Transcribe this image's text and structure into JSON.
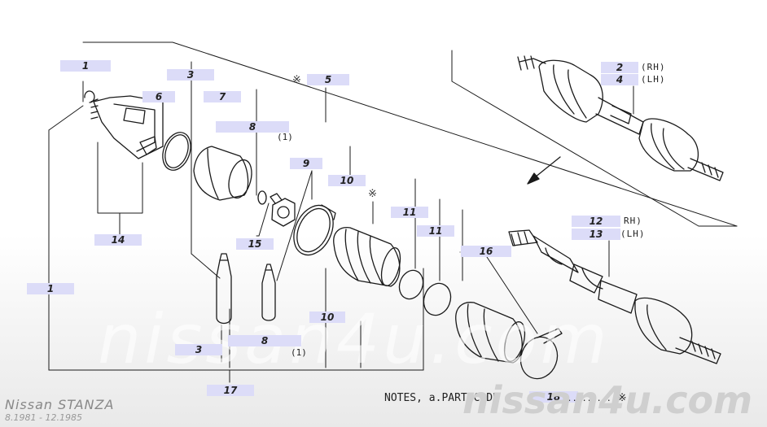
{
  "model": {
    "title": "Nissan STANZA",
    "years": "8.1981 - 12.1985"
  },
  "watermark": "nissan4u.com",
  "logo": "nissan4u.com",
  "notes": {
    "prefix": "NOTES, a.PART CODE",
    "dots": ".........",
    "mark": "※"
  },
  "quantities": {
    "q8_top": "(1)",
    "q8_bottom": "(1)"
  },
  "sides": {
    "rh_2": "(RH)",
    "lh_4": "(LH)",
    "rh_12": "RH)",
    "lh_13": "(LH)"
  },
  "marks": {
    "m5": "※",
    "m10": "※"
  },
  "callouts": [
    "1",
    "3",
    "6",
    "7",
    "8",
    "9",
    "10",
    "5",
    "2",
    "4",
    "14",
    "15",
    "11",
    "11",
    "12",
    "13",
    "16",
    "1",
    "10",
    "8",
    "3",
    "17",
    "18"
  ]
}
